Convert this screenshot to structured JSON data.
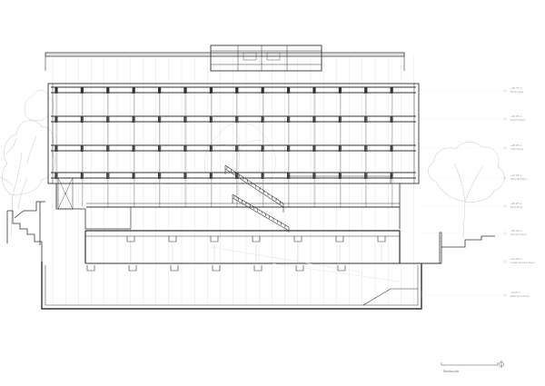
{
  "drawing": {
    "title": "Section AA",
    "levels": [
      {
        "elevation": "+36.75 m",
        "name": "Roof Level"
      },
      {
        "elevation": "+32.25 m",
        "name": "Fourth Floor"
      },
      {
        "elevation": "+28.25 m",
        "name": "Third Floor"
      },
      {
        "elevation": "+24.25 m",
        "name": "Second Floor"
      },
      {
        "elevation": "+20.25 m",
        "name": "First Floor"
      },
      {
        "elevation": "+16.25 m",
        "name": "Ground Floor"
      },
      {
        "elevation": "+12.25 m",
        "name": "Lower Ground Floor"
      },
      {
        "elevation": "+8.25 m",
        "name": "Basement Floor"
      }
    ],
    "colors": {
      "line": "#333333",
      "light_line": "#bdbdbd",
      "tree": "#cfcfcf",
      "label": "#9a9a9a"
    }
  }
}
